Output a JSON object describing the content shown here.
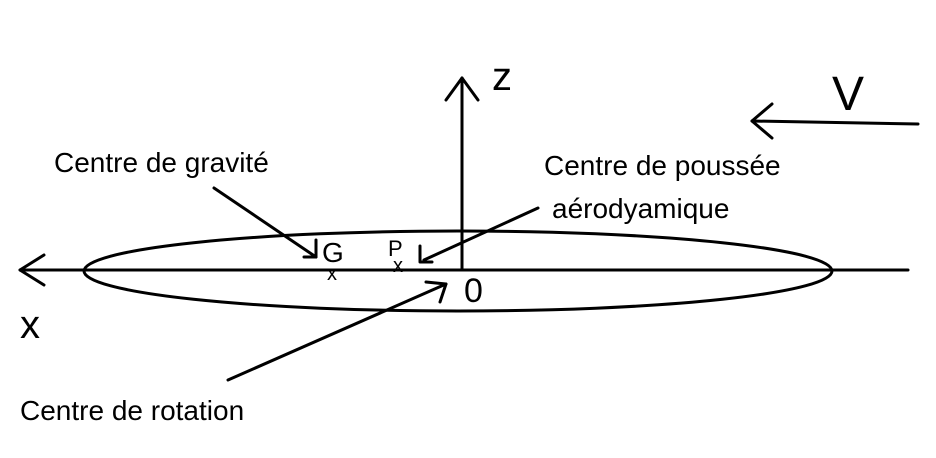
{
  "axes": {
    "x_label": "x",
    "z_label": "z",
    "origin_label": "0"
  },
  "flow": {
    "velocity_label": "V"
  },
  "points": {
    "gravity_marker": "G",
    "pressure_marker": "P",
    "cross_symbol": "x"
  },
  "annotations": {
    "centre_gravite": "Centre de gravité",
    "centre_poussee_line1": "Centre de poussée",
    "centre_poussee_line2": "aérodyamique",
    "centre_rotation": "Centre de rotation"
  },
  "colors": {
    "ink": "#000000",
    "background": "#ffffff"
  }
}
